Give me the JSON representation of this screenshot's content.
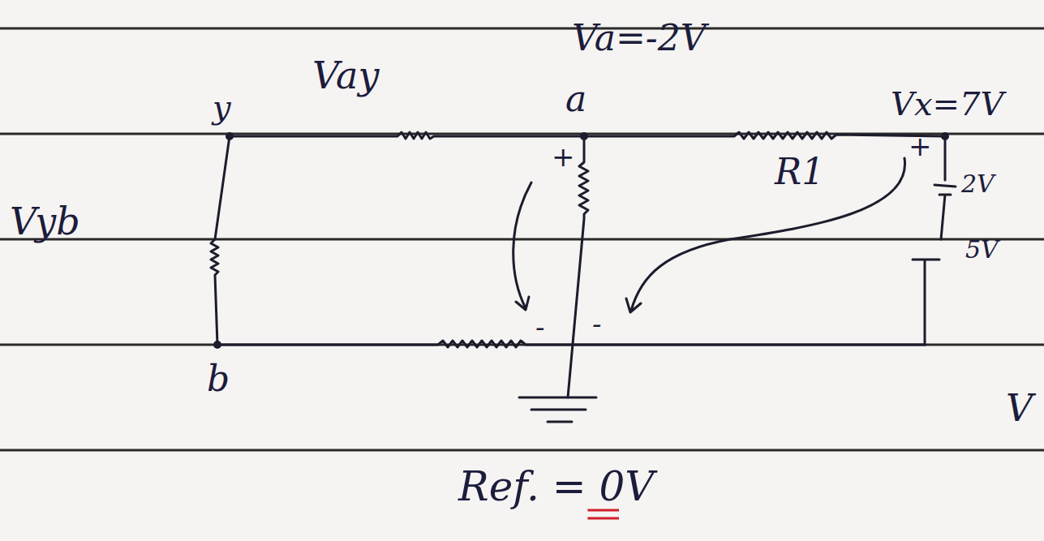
{
  "diagram": {
    "labels": [
      "Vay",
      "Va=-2V",
      "a",
      "Vx=7V",
      "y",
      "+",
      "R1",
      "+",
      "2V",
      "Vyb",
      "5V",
      "-",
      "-",
      "b",
      "Ref. = 0V",
      "V"
    ]
  }
}
